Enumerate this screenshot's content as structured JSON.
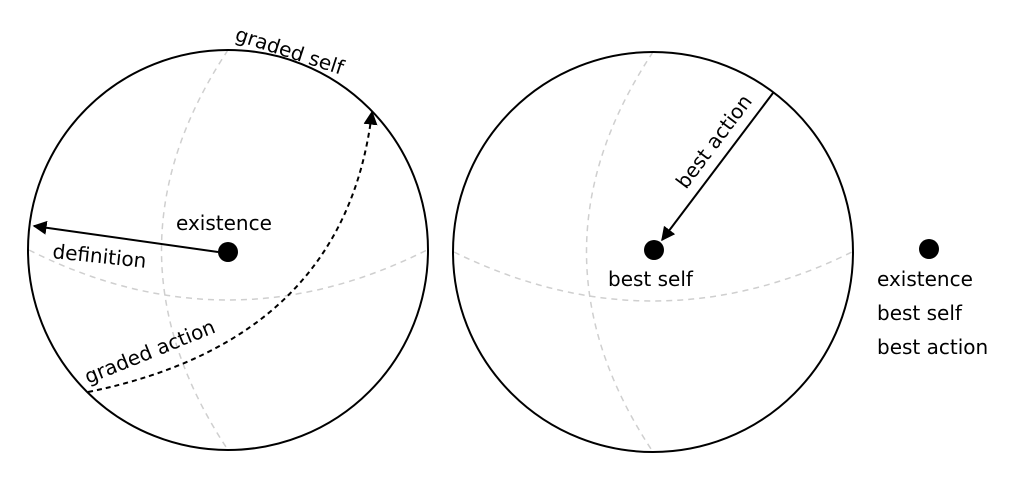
{
  "spheres": [
    {
      "labels": {
        "existence": "existence",
        "definition": "definition",
        "graded_action": "graded action",
        "graded_self": "graded self"
      }
    },
    {
      "labels": {
        "best_action": "best action",
        "best_self": "best self"
      }
    }
  ],
  "point": {
    "labels": [
      "existence",
      "best self",
      "best action"
    ]
  },
  "colors": {
    "ink": "#000000",
    "guide": "#cfcfcf",
    "background": "#ffffff"
  }
}
